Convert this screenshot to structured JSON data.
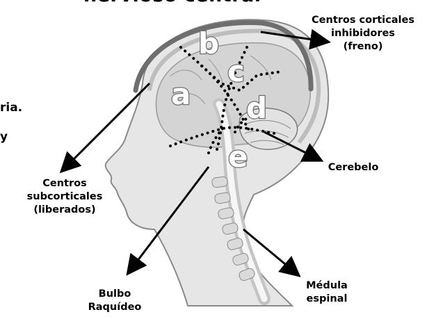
{
  "title_fragment": "nervioso central",
  "left_fragments": [
    "ria.",
    "y"
  ],
  "labels": {
    "cortical": [
      "Centros corticales",
      "inhibidores",
      "(freno)"
    ],
    "subcortical": [
      "Centros",
      "subcorticales",
      "(liberados)"
    ],
    "cerebelo": [
      "Cerebelo"
    ],
    "bulbo": [
      "Bulbo",
      "Raquídeo"
    ],
    "medula": [
      "Médula",
      "espinal"
    ]
  },
  "regions": [
    "a",
    "b",
    "c",
    "d",
    "e"
  ],
  "colors": {
    "arc": "#6e6e6e",
    "head": "#e6e6e6",
    "outline": "#8a8a8a",
    "text": "#000000"
  }
}
